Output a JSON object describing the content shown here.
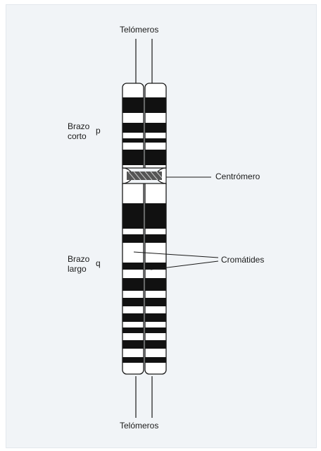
{
  "labels": {
    "top_telomeres": "Telómeros",
    "bottom_telomeres": "Telómeros",
    "short_arm_line1": "Brazo",
    "short_arm_line2": "corto",
    "short_arm_letter": "p",
    "long_arm_line1": "Brazo",
    "long_arm_line2": "largo",
    "long_arm_letter": "q",
    "centromere": "Centrómero",
    "chromatids": "Cromátides"
  },
  "colors": {
    "background": "#f1f4f7",
    "outline": "#1a1a1a",
    "band_dark": "#111111",
    "centromere": "#555555"
  }
}
